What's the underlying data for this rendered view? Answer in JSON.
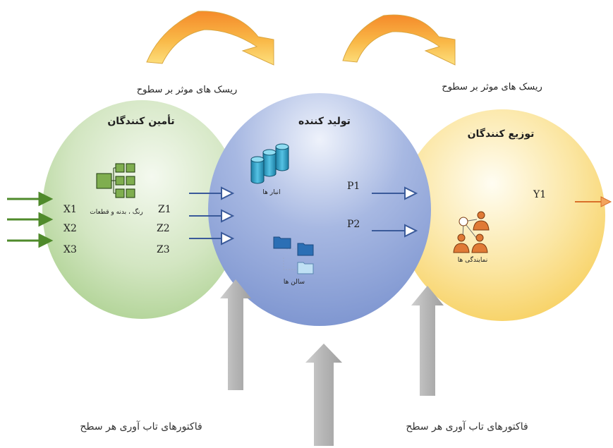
{
  "risk_labels": [
    "ریسک های موثر بر سطوح",
    "ریسک های موثر بر سطوح"
  ],
  "levels": {
    "suppliers": {
      "title": "تأمین کنندگان",
      "inputs": [
        "X1",
        "X2",
        "X3"
      ],
      "outputs": [
        "Z1",
        "Z2",
        "Z3"
      ],
      "icon_label": "رنگ ، بدنه و قطعات",
      "icon": "org-chart-icon",
      "color": "#a9cf8c"
    },
    "producer": {
      "title": "تولید کننده",
      "products": [
        "P1",
        "P2"
      ],
      "warehouse_label": "انبار ها",
      "warehouse_icon": "database-cylinders-icon",
      "halls_label": "سالن ها",
      "halls_icon": "folder-tree-icon",
      "color": "#7f98d0"
    },
    "distributors": {
      "title": "توزیع کنندگان",
      "outputs": [
        "Y1"
      ],
      "agents_label": "نمایندگی ها",
      "agents_icon": "people-network-icon",
      "color": "#f6c94a"
    }
  },
  "resilience_labels": [
    "فاکتورهای تاب آوری هر سطح",
    "فاکتورهای تاب آوری هر سطح"
  ]
}
